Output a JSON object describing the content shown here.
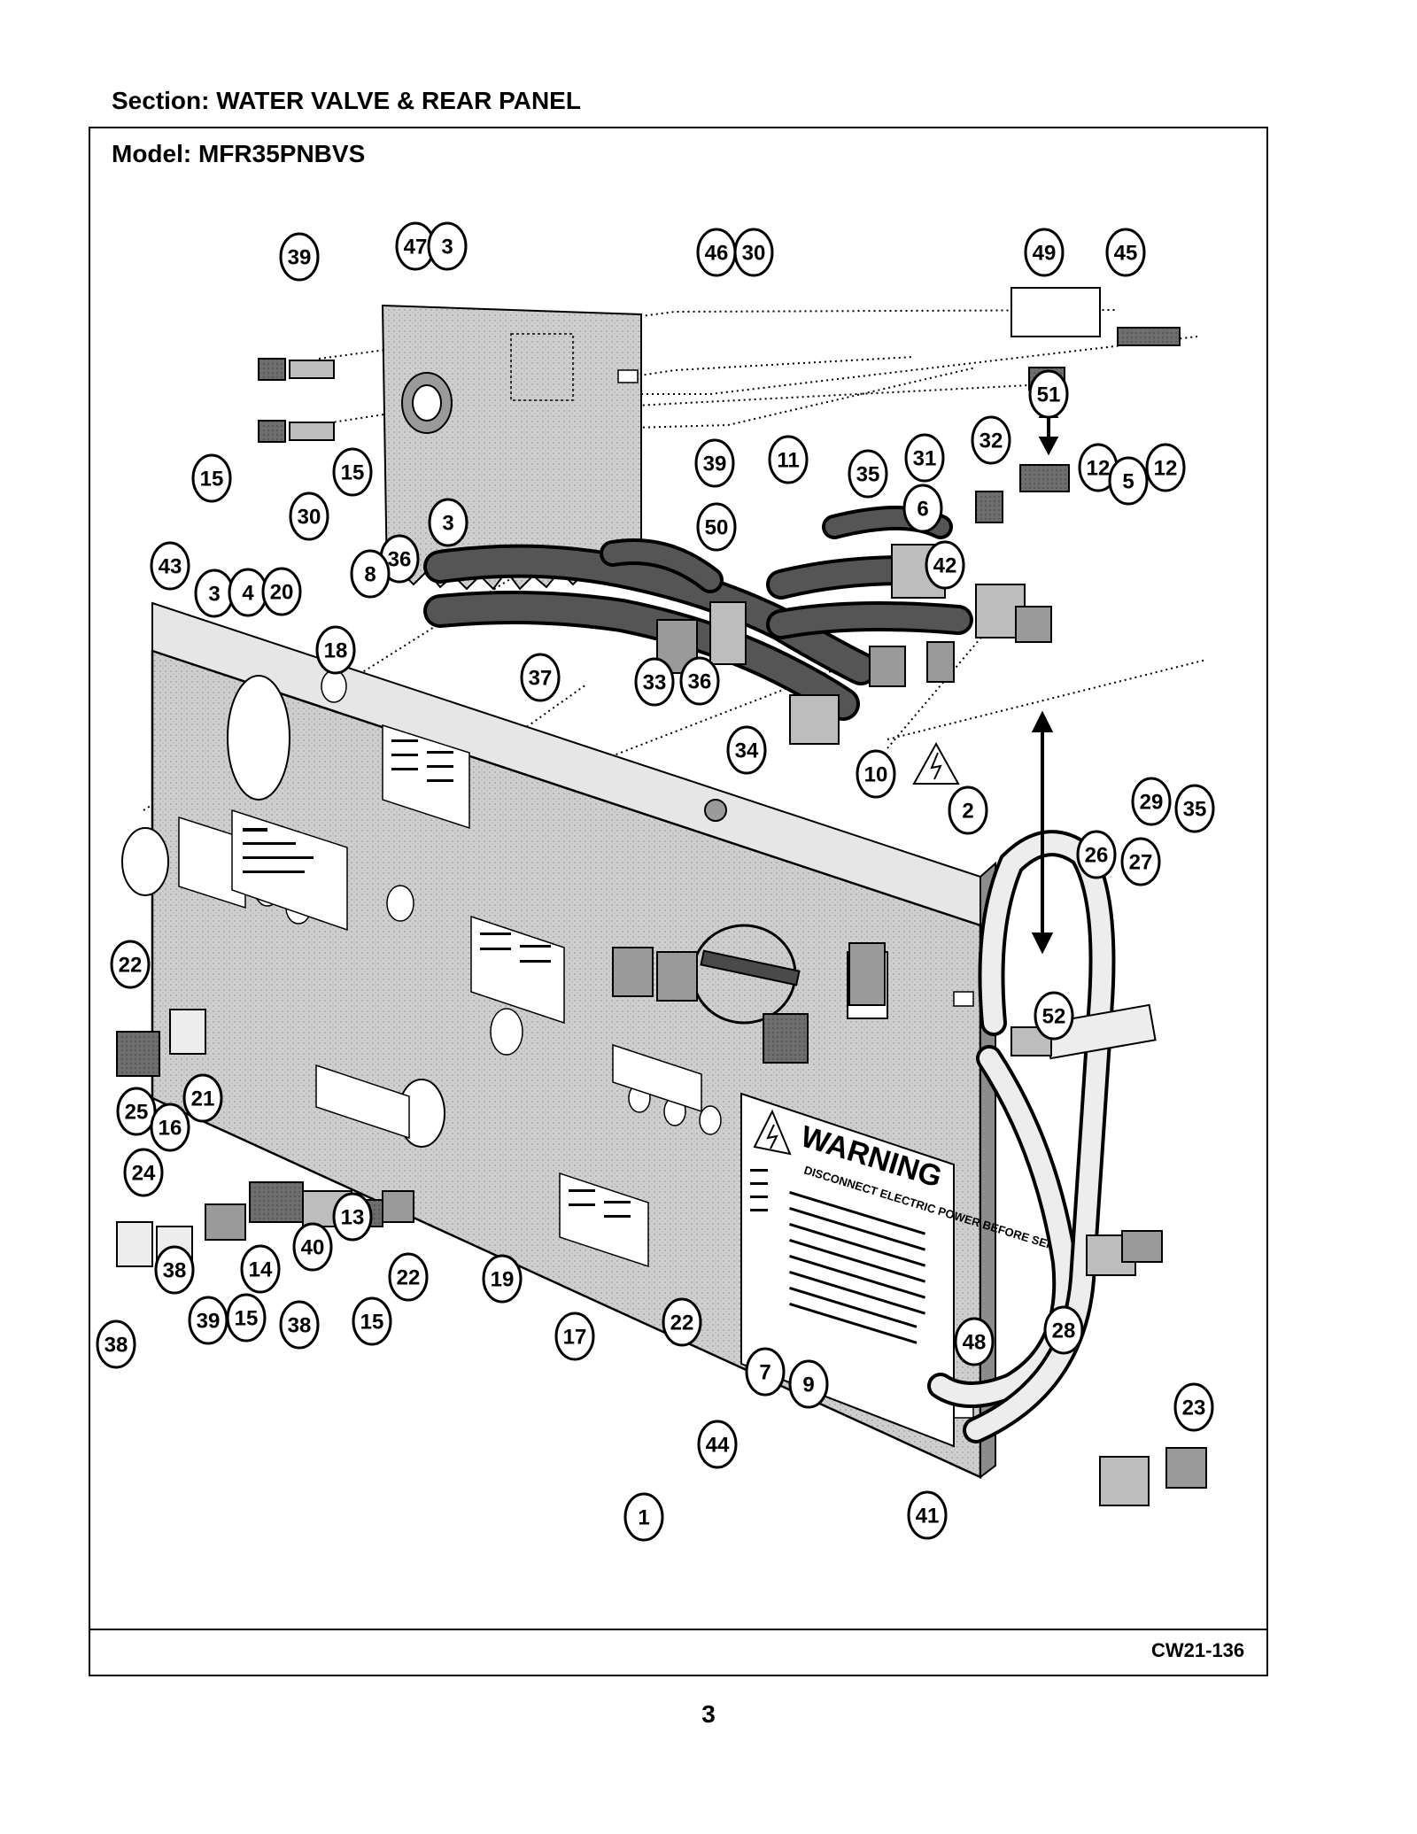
{
  "header": {
    "section_label": "Section:  WATER VALVE & REAR PANEL",
    "model_label": "Model:  MFR35PNBVS"
  },
  "footer": {
    "drawing_number": "CW21-136",
    "page_number": "3"
  },
  "diagram": {
    "warning_heading": "WARNING",
    "warning_text": "DISCONNECT ELECTRIC POWER BEFORE SERVICING",
    "callouts": [
      "39",
      "47",
      "3",
      "46",
      "30",
      "49",
      "45",
      "15",
      "15",
      "39",
      "30",
      "11",
      "35",
      "31",
      "32",
      "51",
      "3",
      "36",
      "8",
      "12",
      "5",
      "12",
      "6",
      "42",
      "50",
      "43",
      "3",
      "4",
      "20",
      "18",
      "37",
      "33",
      "36",
      "34",
      "10",
      "2",
      "26",
      "27",
      "35",
      "29",
      "22",
      "52",
      "25",
      "16",
      "21",
      "22",
      "24",
      "13",
      "40",
      "14",
      "38",
      "39",
      "15",
      "38",
      "38",
      "15",
      "19",
      "17",
      "22",
      "44",
      "1",
      "7",
      "9",
      "41",
      "28",
      "48",
      "23"
    ]
  }
}
